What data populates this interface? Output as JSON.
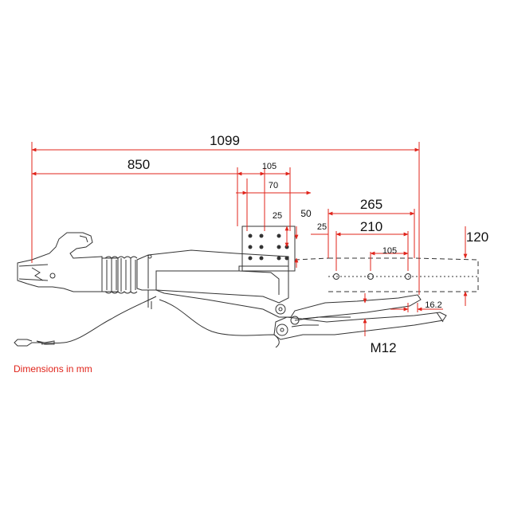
{
  "colors": {
    "dimension_line": "#e0241b",
    "drawing": "#333333",
    "text": "#111111"
  },
  "dimensions": {
    "overall_length": "1099",
    "to_mount_center": "850",
    "mount_plate_width": "105",
    "mount_hole_spacing": "70",
    "mount_vertical_small": "25",
    "mount_vertical_large": "50",
    "rear_plate_length": "265",
    "rear_hole_span": "210",
    "rear_hole_offset": "25",
    "rear_hole_pitch": "105",
    "rear_plate_height": "120",
    "rod_offset": "16.2",
    "thread": "M12"
  },
  "note": "Dimensions in mm"
}
